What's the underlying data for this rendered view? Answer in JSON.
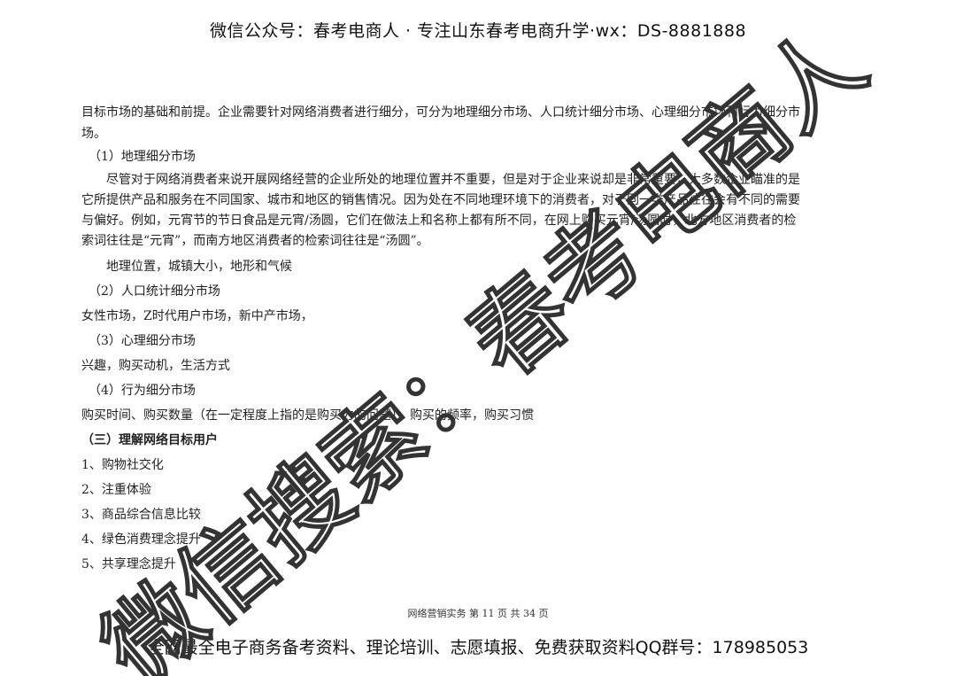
{
  "header": {
    "banner": "微信公众号：春考电商人 ·   专注山东春考电商升学·wx：DS-8881888"
  },
  "body": {
    "lines": [
      "目标市场的基础和前提。企业需要针对网络消费者进行细分，可分为地理细分市场、人口统计细分市场、心理细分市场和行为细分市",
      "场。",
      "（1）地理细分市场",
      "尽管对于网络消费者来说开展网络经营的企业所处的地理位置并不重要，但是对于企业来说却是非常重要，大多数企业瞄准的是",
      "它所提供产品和服务在不同国家、城市和地区的销售情况。因为处在不同地理环境下的消费者，对于同一类产品往往会有不同的需要",
      "与偏好。例如，元宵节的节日食品是元宵/汤圆，它们在做法上和名称上都有所不同，在网上购买元宵/汤圆时，北方地区消费者的检",
      "索词往往是“元宵”，而南方地区消费者的检索词往往是“汤圆”。",
      "地理位置，城镇大小，地形和气候",
      "（2）人口统计细分市场",
      "女性市场，Z时代用户市场，新中产市场，",
      "（3）心理细分市场",
      "兴趣，购买动机，生活方式",
      "（4）行为细分市场",
      "购买时间、购买数量（在一定程度上指的是购买力的问题），购买的频率，购买习惯",
      "（三）理解网络目标用户",
      "1、购物社交化",
      "2、注重体验",
      "3、商品综合信息比较",
      "4、绿色消费理念提升",
      "5、共享理念提升"
    ]
  },
  "page_footer": "网络营销实务 第 11 页 共 34 页",
  "footer": {
    "banner": "全网最全电子商务备考资料、理论培训、志愿填报、免费获取资料QQ群号：178985053"
  },
  "watermark": {
    "text": "微信搜索：春考电商人"
  }
}
